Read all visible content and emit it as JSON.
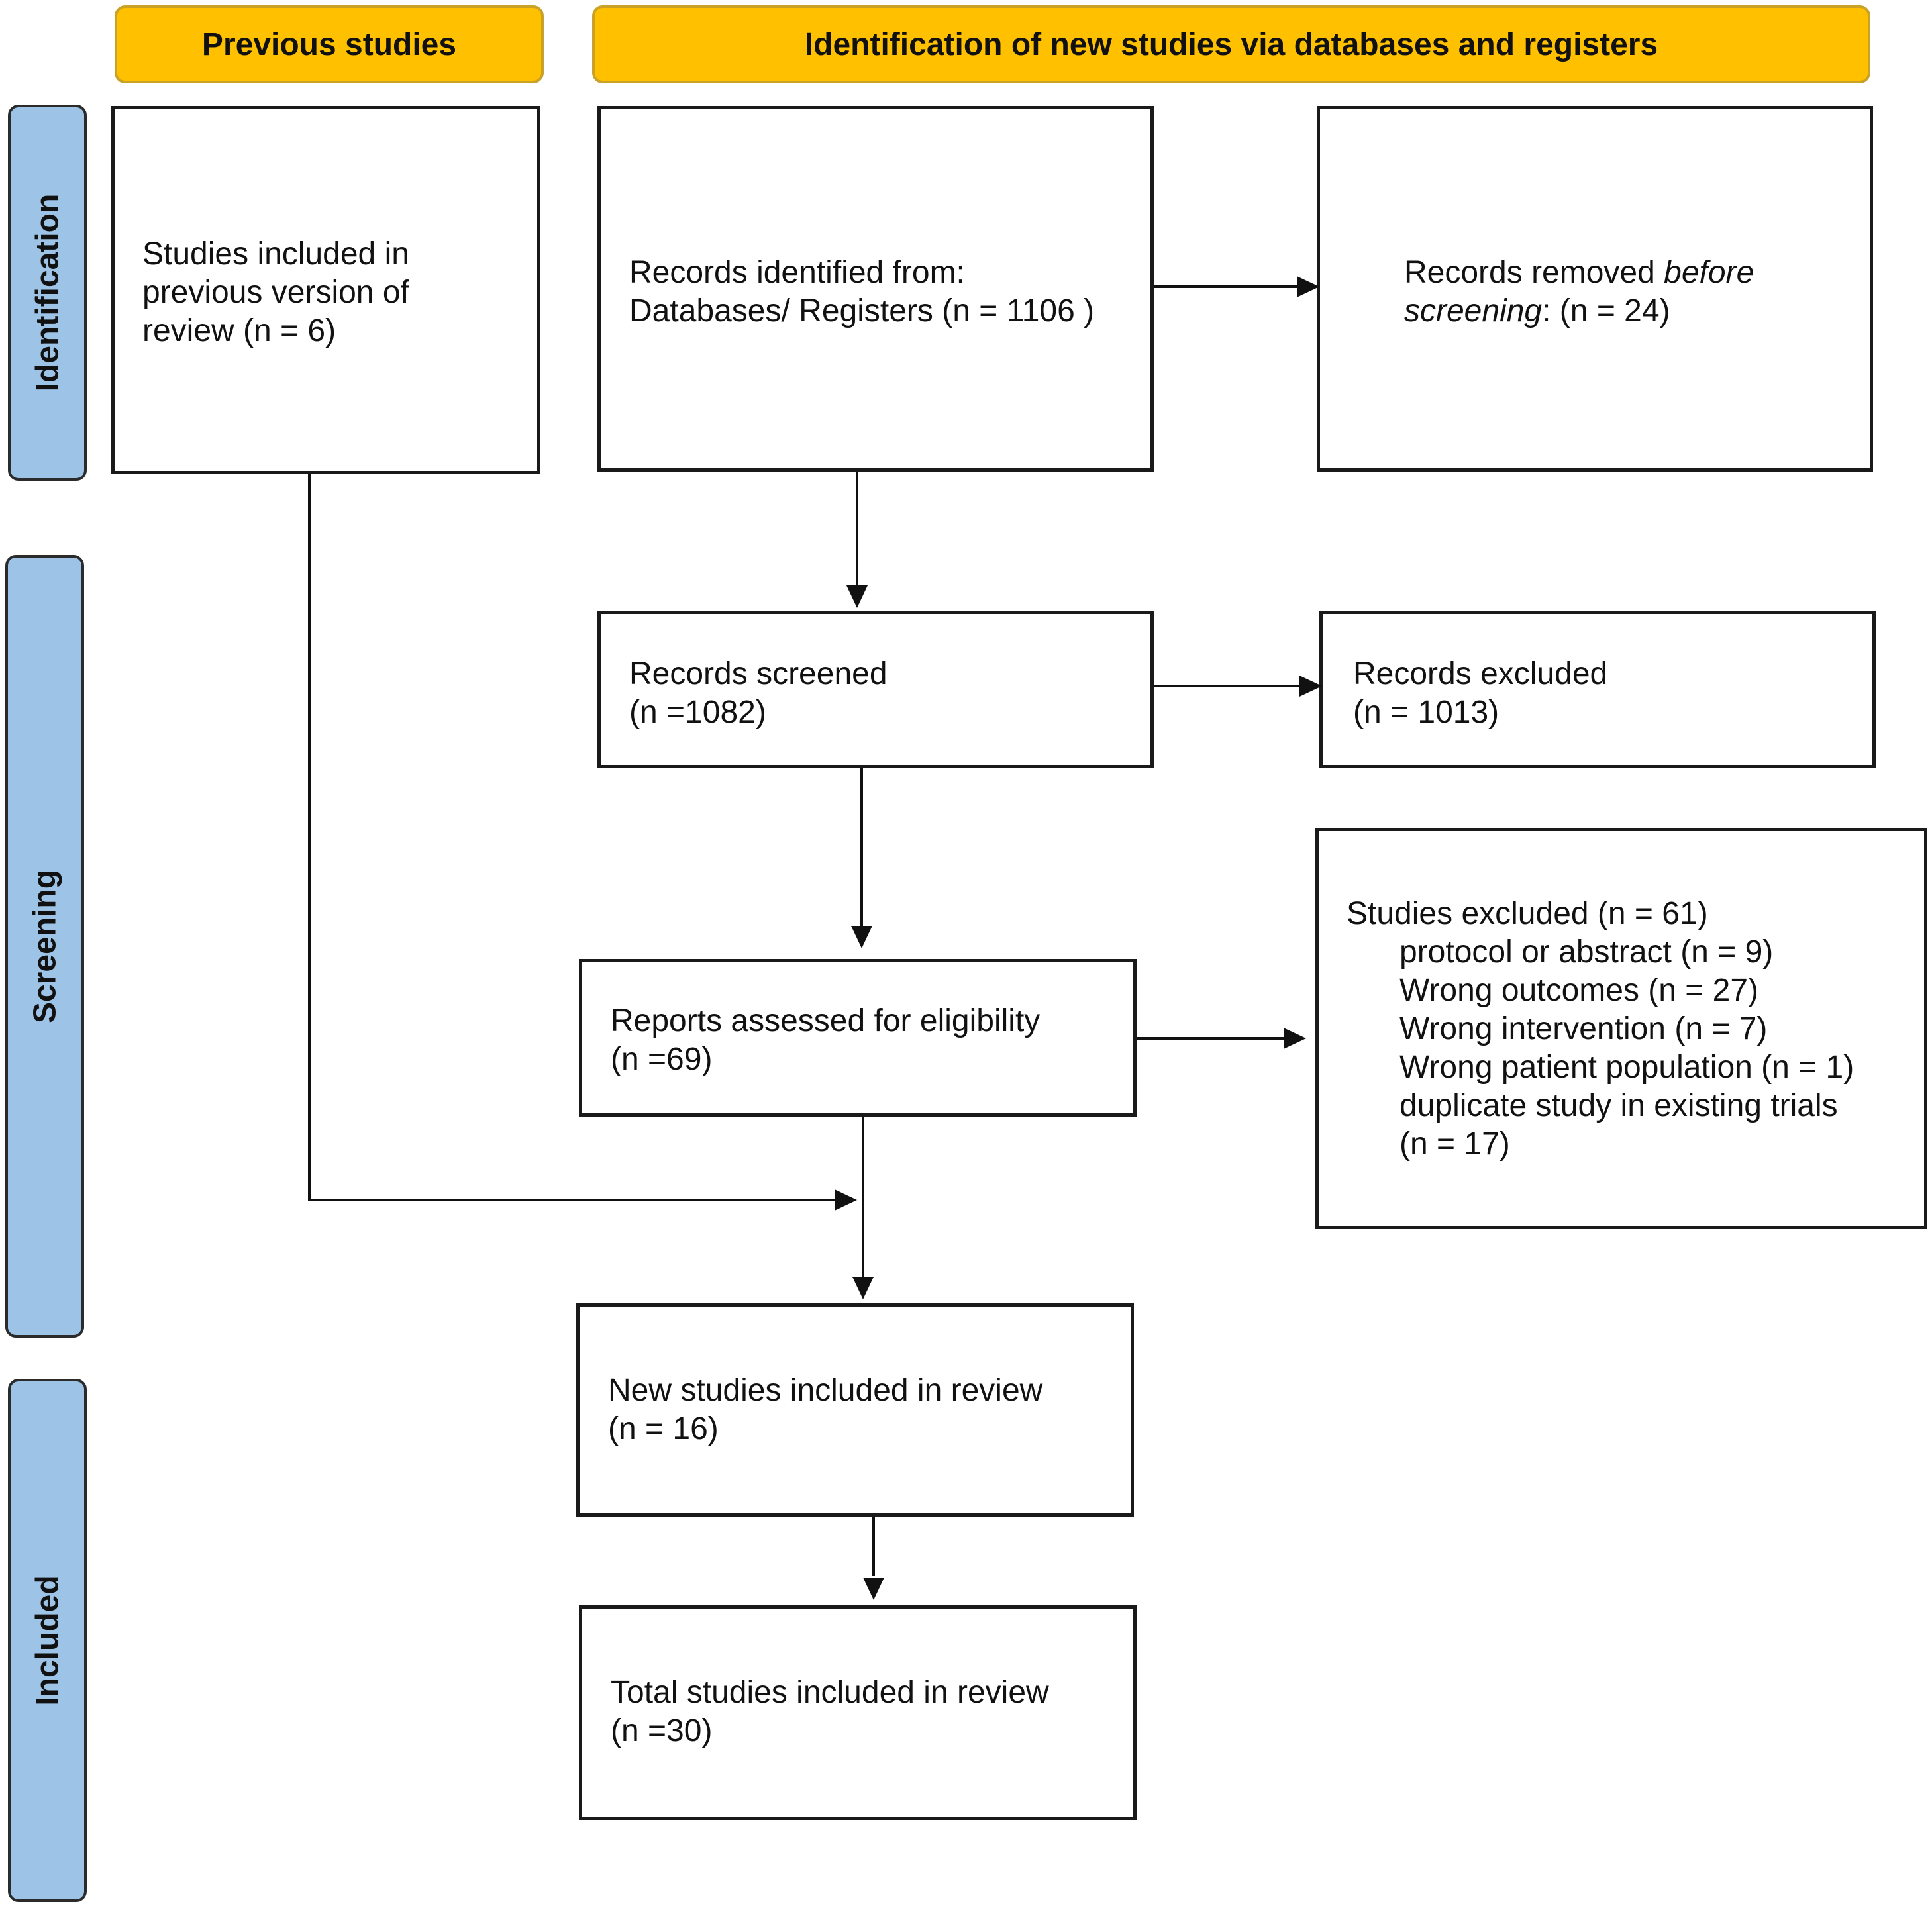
{
  "headers": {
    "previous": "Previous studies",
    "identification_new": "Identification of new studies via databases and registers"
  },
  "stages": {
    "identification": "Identification",
    "screening": "Screening",
    "included": "Included"
  },
  "boxes": {
    "previous_studies": {
      "lines": [
        "Studies included in",
        "previous version of",
        "review (n = 6)"
      ]
    },
    "records_identified": {
      "line1": "Records identified from:",
      "line2": "Databases/ Registers (n = 1106 )"
    },
    "records_removed": {
      "prefix": "Records removed ",
      "italic1": "before",
      "italic2": "screening",
      "suffix": ": (n = 24)"
    },
    "records_screened": {
      "line1": "Records screened",
      "line2": "(n =1082)"
    },
    "records_excluded": {
      "line1": "Records excluded",
      "line2": "(n = 1013)"
    },
    "reports_assessed": {
      "line1": "Reports assessed for eligibility",
      "line2": "(n =69)"
    },
    "studies_excluded": {
      "title": "Studies excluded (n = 61)",
      "reasons": [
        "protocol or abstract (n = 9)",
        "Wrong outcomes (n = 27)",
        "Wrong intervention (n = 7)",
        "Wrong patient population (n = 1)",
        "duplicate study in existing trials",
        "(n = 17)"
      ]
    },
    "new_included": {
      "line1": "New studies included in review",
      "line2": "(n = 16)"
    },
    "total_included": {
      "line1": "Total studies included in review",
      "line2": "(n =30)"
    }
  },
  "colors": {
    "header_fill": "#ffc000",
    "stage_fill": "#9dc3e6",
    "line": "#111111"
  }
}
